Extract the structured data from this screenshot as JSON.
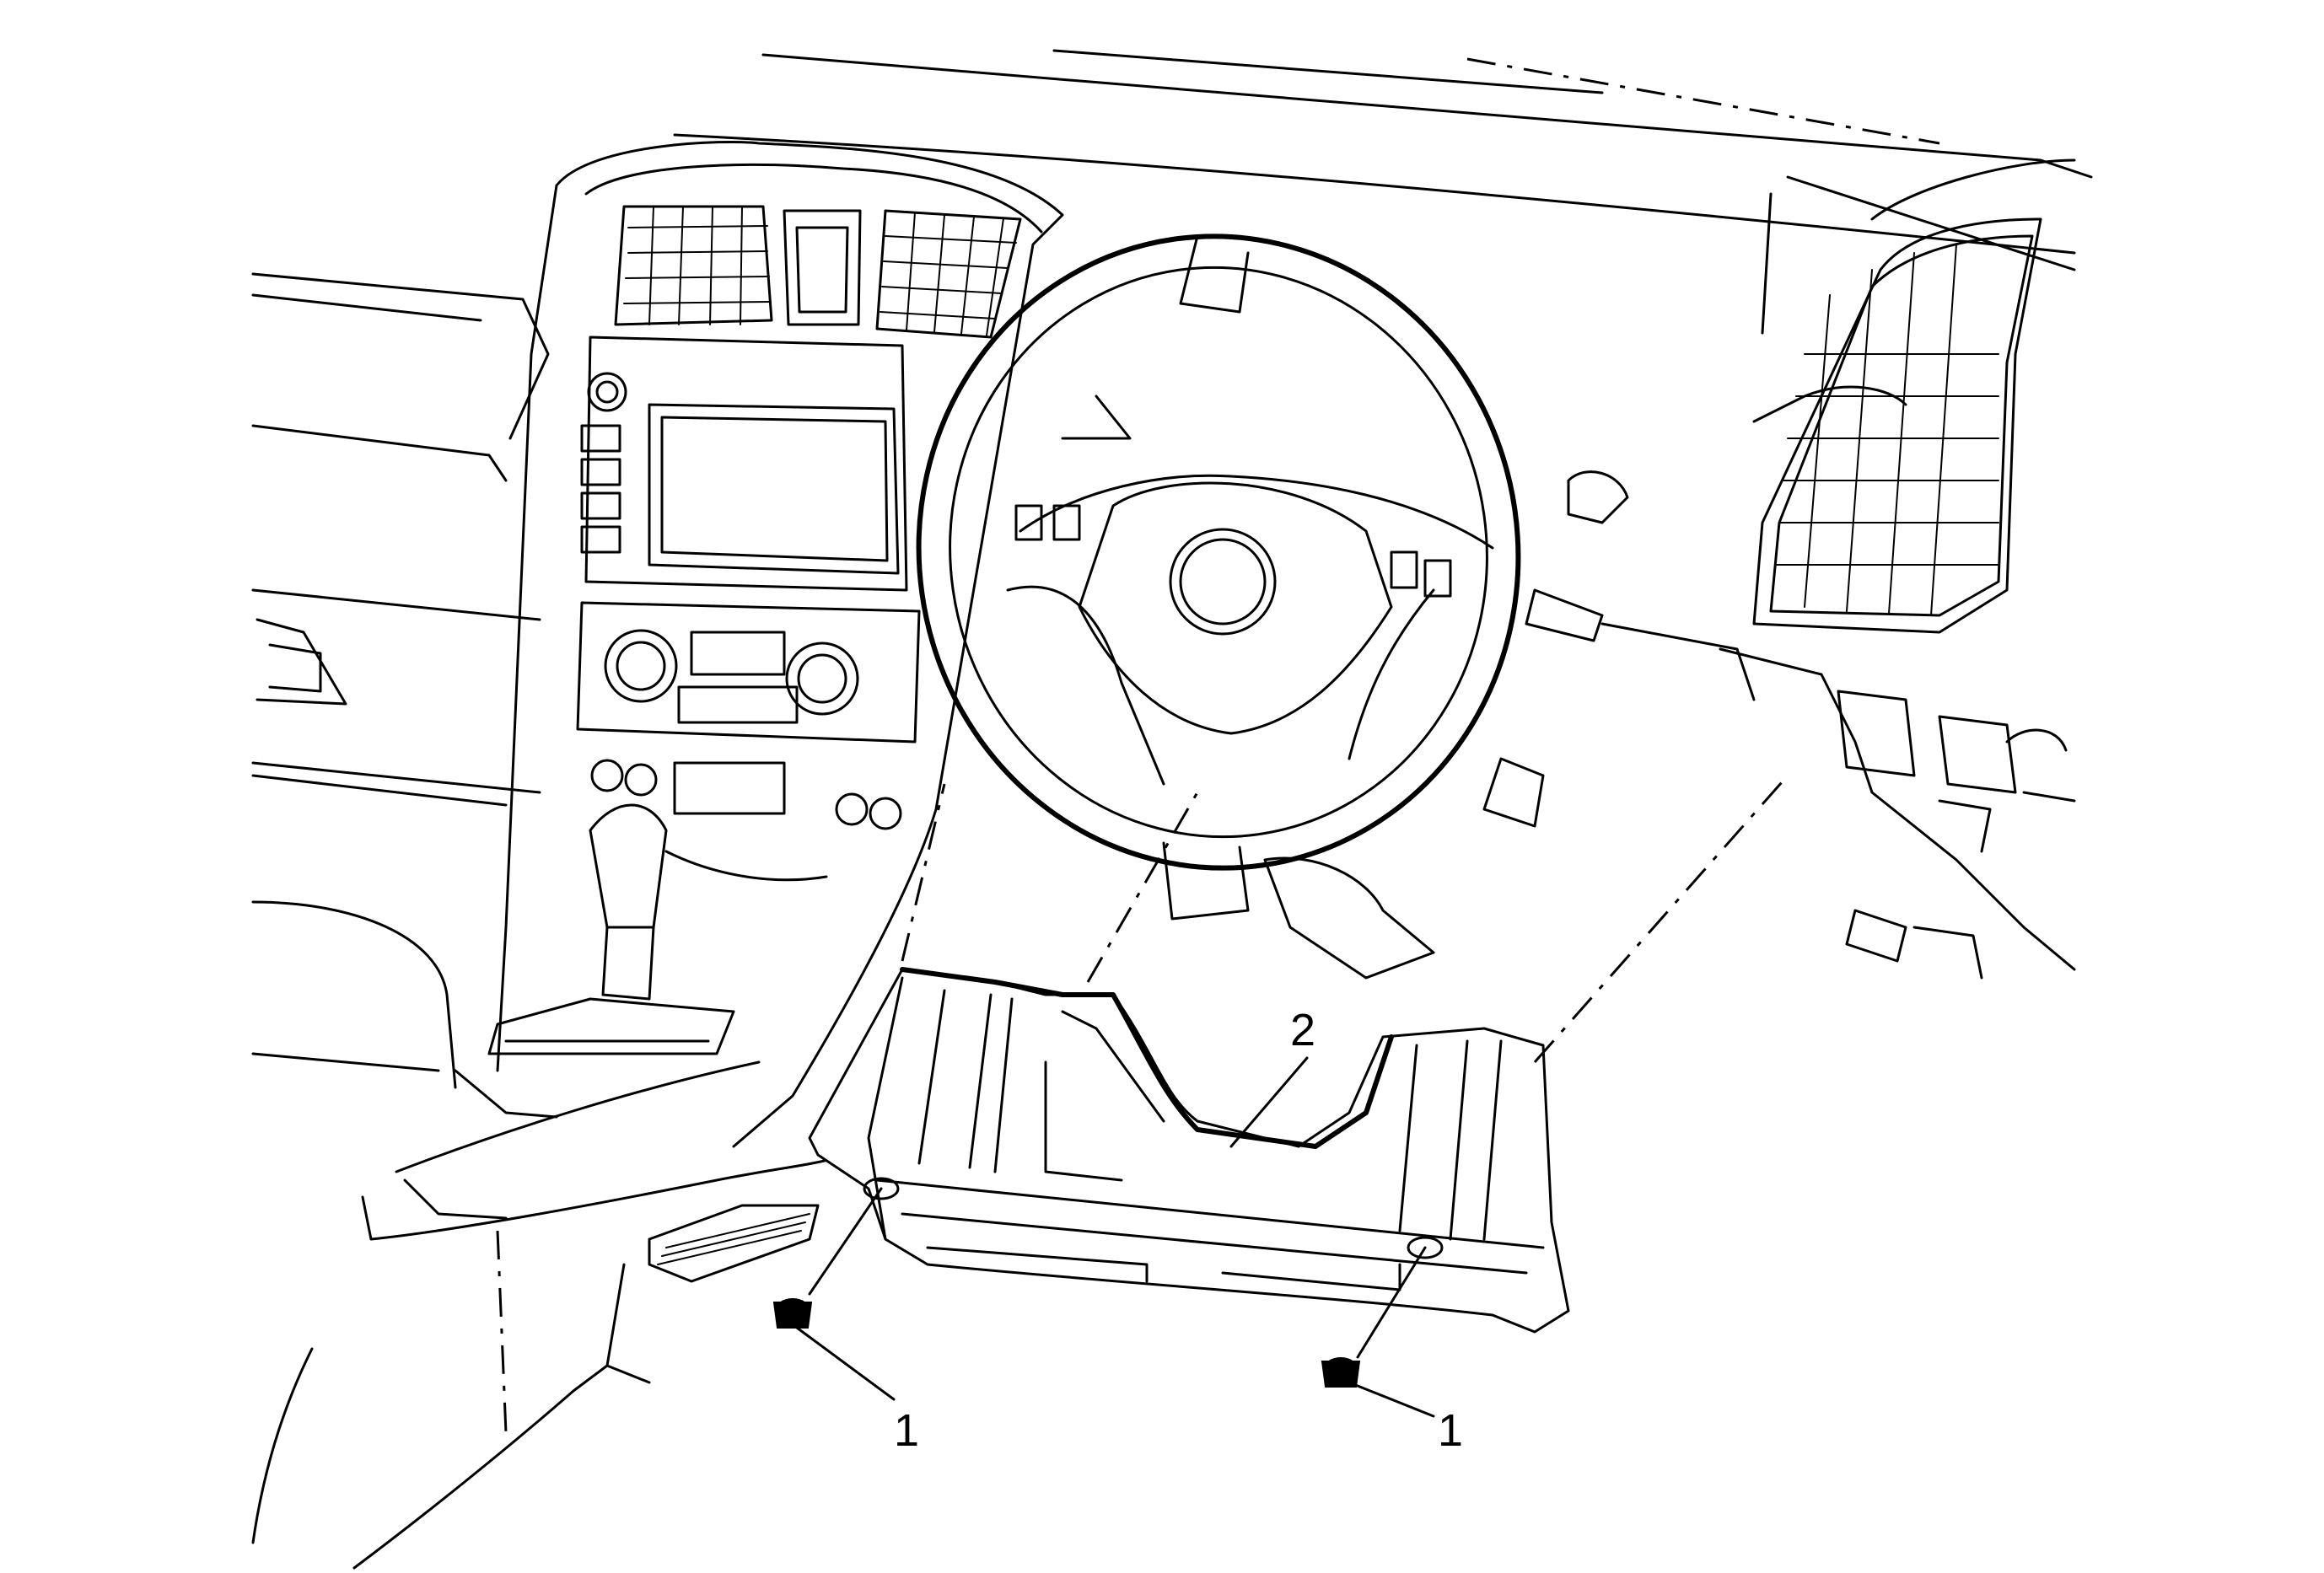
{
  "callouts": [
    {
      "id": "fastener-left",
      "label": "1"
    },
    {
      "id": "fastener-right",
      "label": "1"
    },
    {
      "id": "knee-bolster-panel",
      "label": "2"
    }
  ]
}
